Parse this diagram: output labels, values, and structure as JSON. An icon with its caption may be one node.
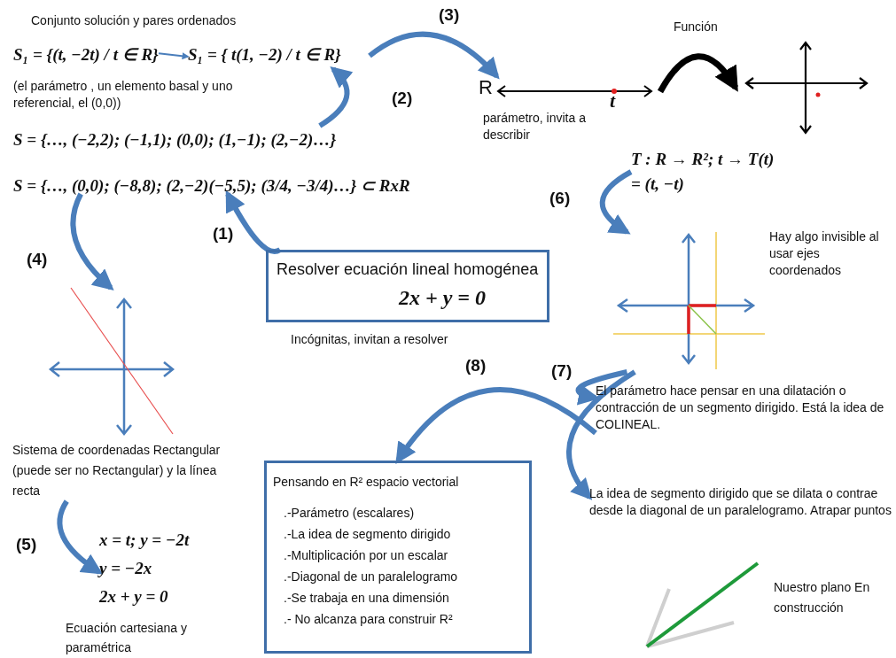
{
  "diagram": {
    "nodes": [
      {
        "text": [
          "S₁ = {(t, −2t) / t ∈ R}"
        ]
      },
      {
        "text": [
          "S₁ = { t(1, −2) / t ∈ R}"
        ],
        "beside": [
          "(el parámetro , un elemento basal y uno referencial, el (0,0))"
        ]
      },
      {
        "text": [
          "S = {…, (−2,2); (−1,1); (0,0); (1,−1); (2,−2)…}"
        ]
      },
      {
        "text": [
          "S = {…, (0,0); (−8,8); (2,−2)(−5,5); (3/4, −3/4)…} ⊂ RxR"
        ]
      },
      {
        "text": [
          "Resolver ecuación lineal homogénea",
          "2x + y = 0"
        ],
        "beside": [
          "Incógnitas, invitan a resolver"
        ]
      },
      {
        "text": [
          "R",
          "t"
        ],
        "beside": [
          "parámetro, invita a describir"
        ]
      },
      {
        "text": [],
        "shape": "cross"
      },
      {
        "text": [
          "T : R → R²; t → T(t) = (t, −t)"
        ]
      },
      {
        "text": [],
        "shape": "picture",
        "beside": [
          "Hay algo invisible al usar ejes coordenados"
        ]
      },
      {
        "text": [
          "El parámetro hace pensar en una dilatación o contracción de un segmento dirigido. Está la idea de COLINEAL."
        ]
      },
      {
        "text": [
          "La idea de segmento dirigido que se dilata o contrae desde la diagonal de un paralelogramo. Atrapar puntos"
        ]
      },
      {
        "text": [
          "Pensando en R² espacio vectorial",
          ".-Parámetro (escalares)",
          ".-La idea de segmento dirigido",
          ".-Multiplicación por un escalar",
          ".-Diagonal de un paralelogramo",
          ".-Se trabaja en una dimensión",
          ".- No alcanza para construir R²"
        ]
      },
      {
        "text": [],
        "shape": "picture"
      },
      {
        "text": [
          "Sistema de coordenadas Rectangular (puede ser no Rectangular) y la línea recta"
        ]
      },
      {
        "text": [
          "x = t; y = −2t",
          "y = −2x",
          "2x + y = 0"
        ],
        "beside": [
          "Ecuación cartesiana y paramétrica"
        ]
      }
    ],
    "edges": [
      {
        "from": 0,
        "to": 1,
        "arrow": "to"
      },
      {
        "from": 4,
        "to": 3,
        "arrow": "to",
        "label": "(1)"
      },
      {
        "from": 2,
        "to": 1,
        "arrow": "to",
        "label": "(2)"
      },
      {
        "from": 1,
        "to": 5,
        "arrow": "to",
        "label": "(3)"
      },
      {
        "from": 5,
        "to": 6,
        "arrow": "to",
        "label": "Función",
        "color": "#000000"
      },
      {
        "from": 7,
        "to": 8,
        "arrow": "to",
        "label": "(6)"
      },
      {
        "from": 8,
        "to": 9,
        "arrow": "to",
        "label": "(7)"
      },
      {
        "from": 8,
        "to": 10,
        "arrow": "to"
      },
      {
        "from": 9,
        "to": 11,
        "arrow": "to",
        "label": "(8)"
      },
      {
        "from": 3,
        "to": 12,
        "arrow": "to",
        "label": "(4)"
      },
      {
        "from": 13,
        "to": 14,
        "arrow": "to",
        "label": "(5)"
      }
    ],
    "labels": [
      "Conjunto solución y pares ordenados",
      "Nuestro plano En construcción"
    ]
  }
}
